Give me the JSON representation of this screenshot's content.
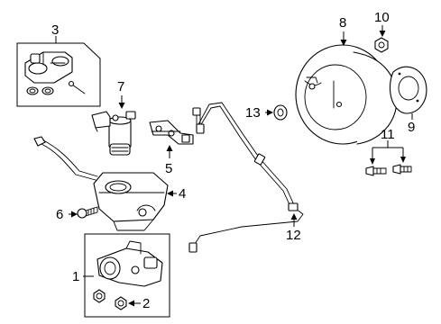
{
  "callouts": {
    "n1": "1",
    "n2": "2",
    "n3": "3",
    "n4": "4",
    "n5": "5",
    "n6": "6",
    "n7": "7",
    "n8": "8",
    "n9": "9",
    "n10": "10",
    "n11": "11",
    "n12": "12",
    "n13": "13"
  }
}
